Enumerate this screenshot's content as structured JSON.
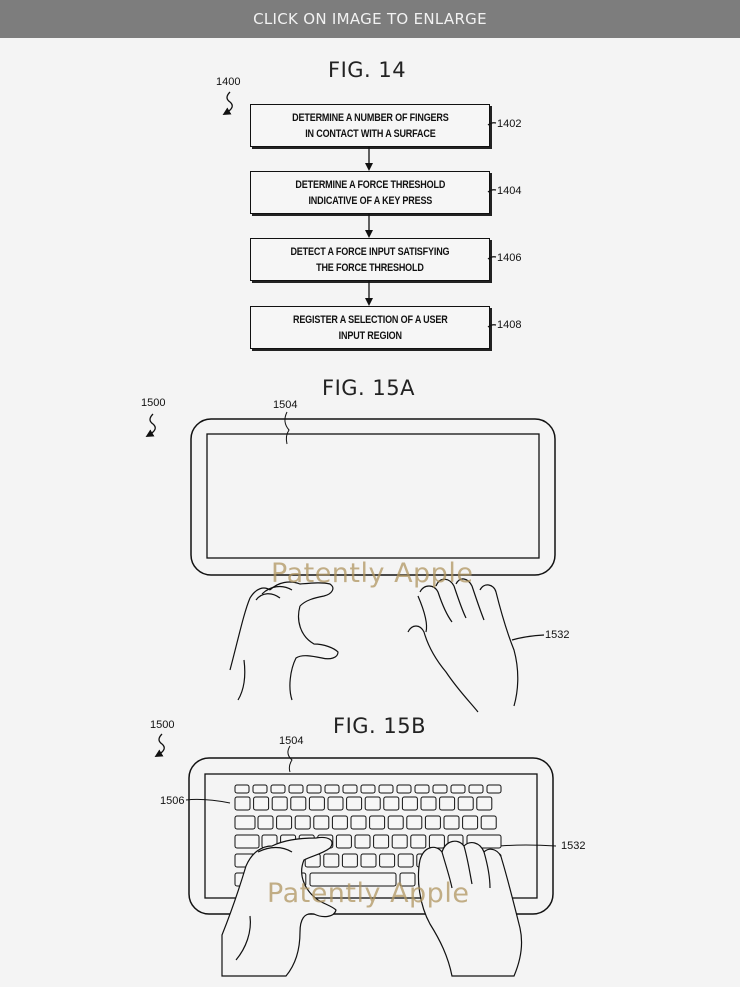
{
  "topbar": {
    "label": "CLICK ON IMAGE TO ENLARGE"
  },
  "fig14": {
    "title": "FIG. 14",
    "ref": "1400",
    "steps": [
      {
        "text": "DETERMINE A NUMBER OF FINGERS\nIN CONTACT WITH A SURFACE",
        "ref": "1402"
      },
      {
        "text": "DETERMINE A FORCE THRESHOLD\nINDICATIVE OF A KEY PRESS",
        "ref": "1404"
      },
      {
        "text": "DETECT A FORCE INPUT SATISFYING\nTHE FORCE THRESHOLD",
        "ref": "1406"
      },
      {
        "text": "REGISTER A SELECTION OF A USER\nINPUT REGION",
        "ref": "1408"
      }
    ]
  },
  "fig15a": {
    "title": "FIG. 15A",
    "ref_device": "1500",
    "ref_surface": "1504",
    "ref_hand": "1532"
  },
  "fig15b": {
    "title": "FIG. 15B",
    "ref_device": "1500",
    "ref_surface": "1504",
    "ref_keys": "1506",
    "ref_hand": "1532"
  },
  "watermark": {
    "text": "Patently Apple"
  },
  "colors": {
    "topbar": "#7d7d7d",
    "line": "#111111",
    "watermark": "#b0965f"
  }
}
